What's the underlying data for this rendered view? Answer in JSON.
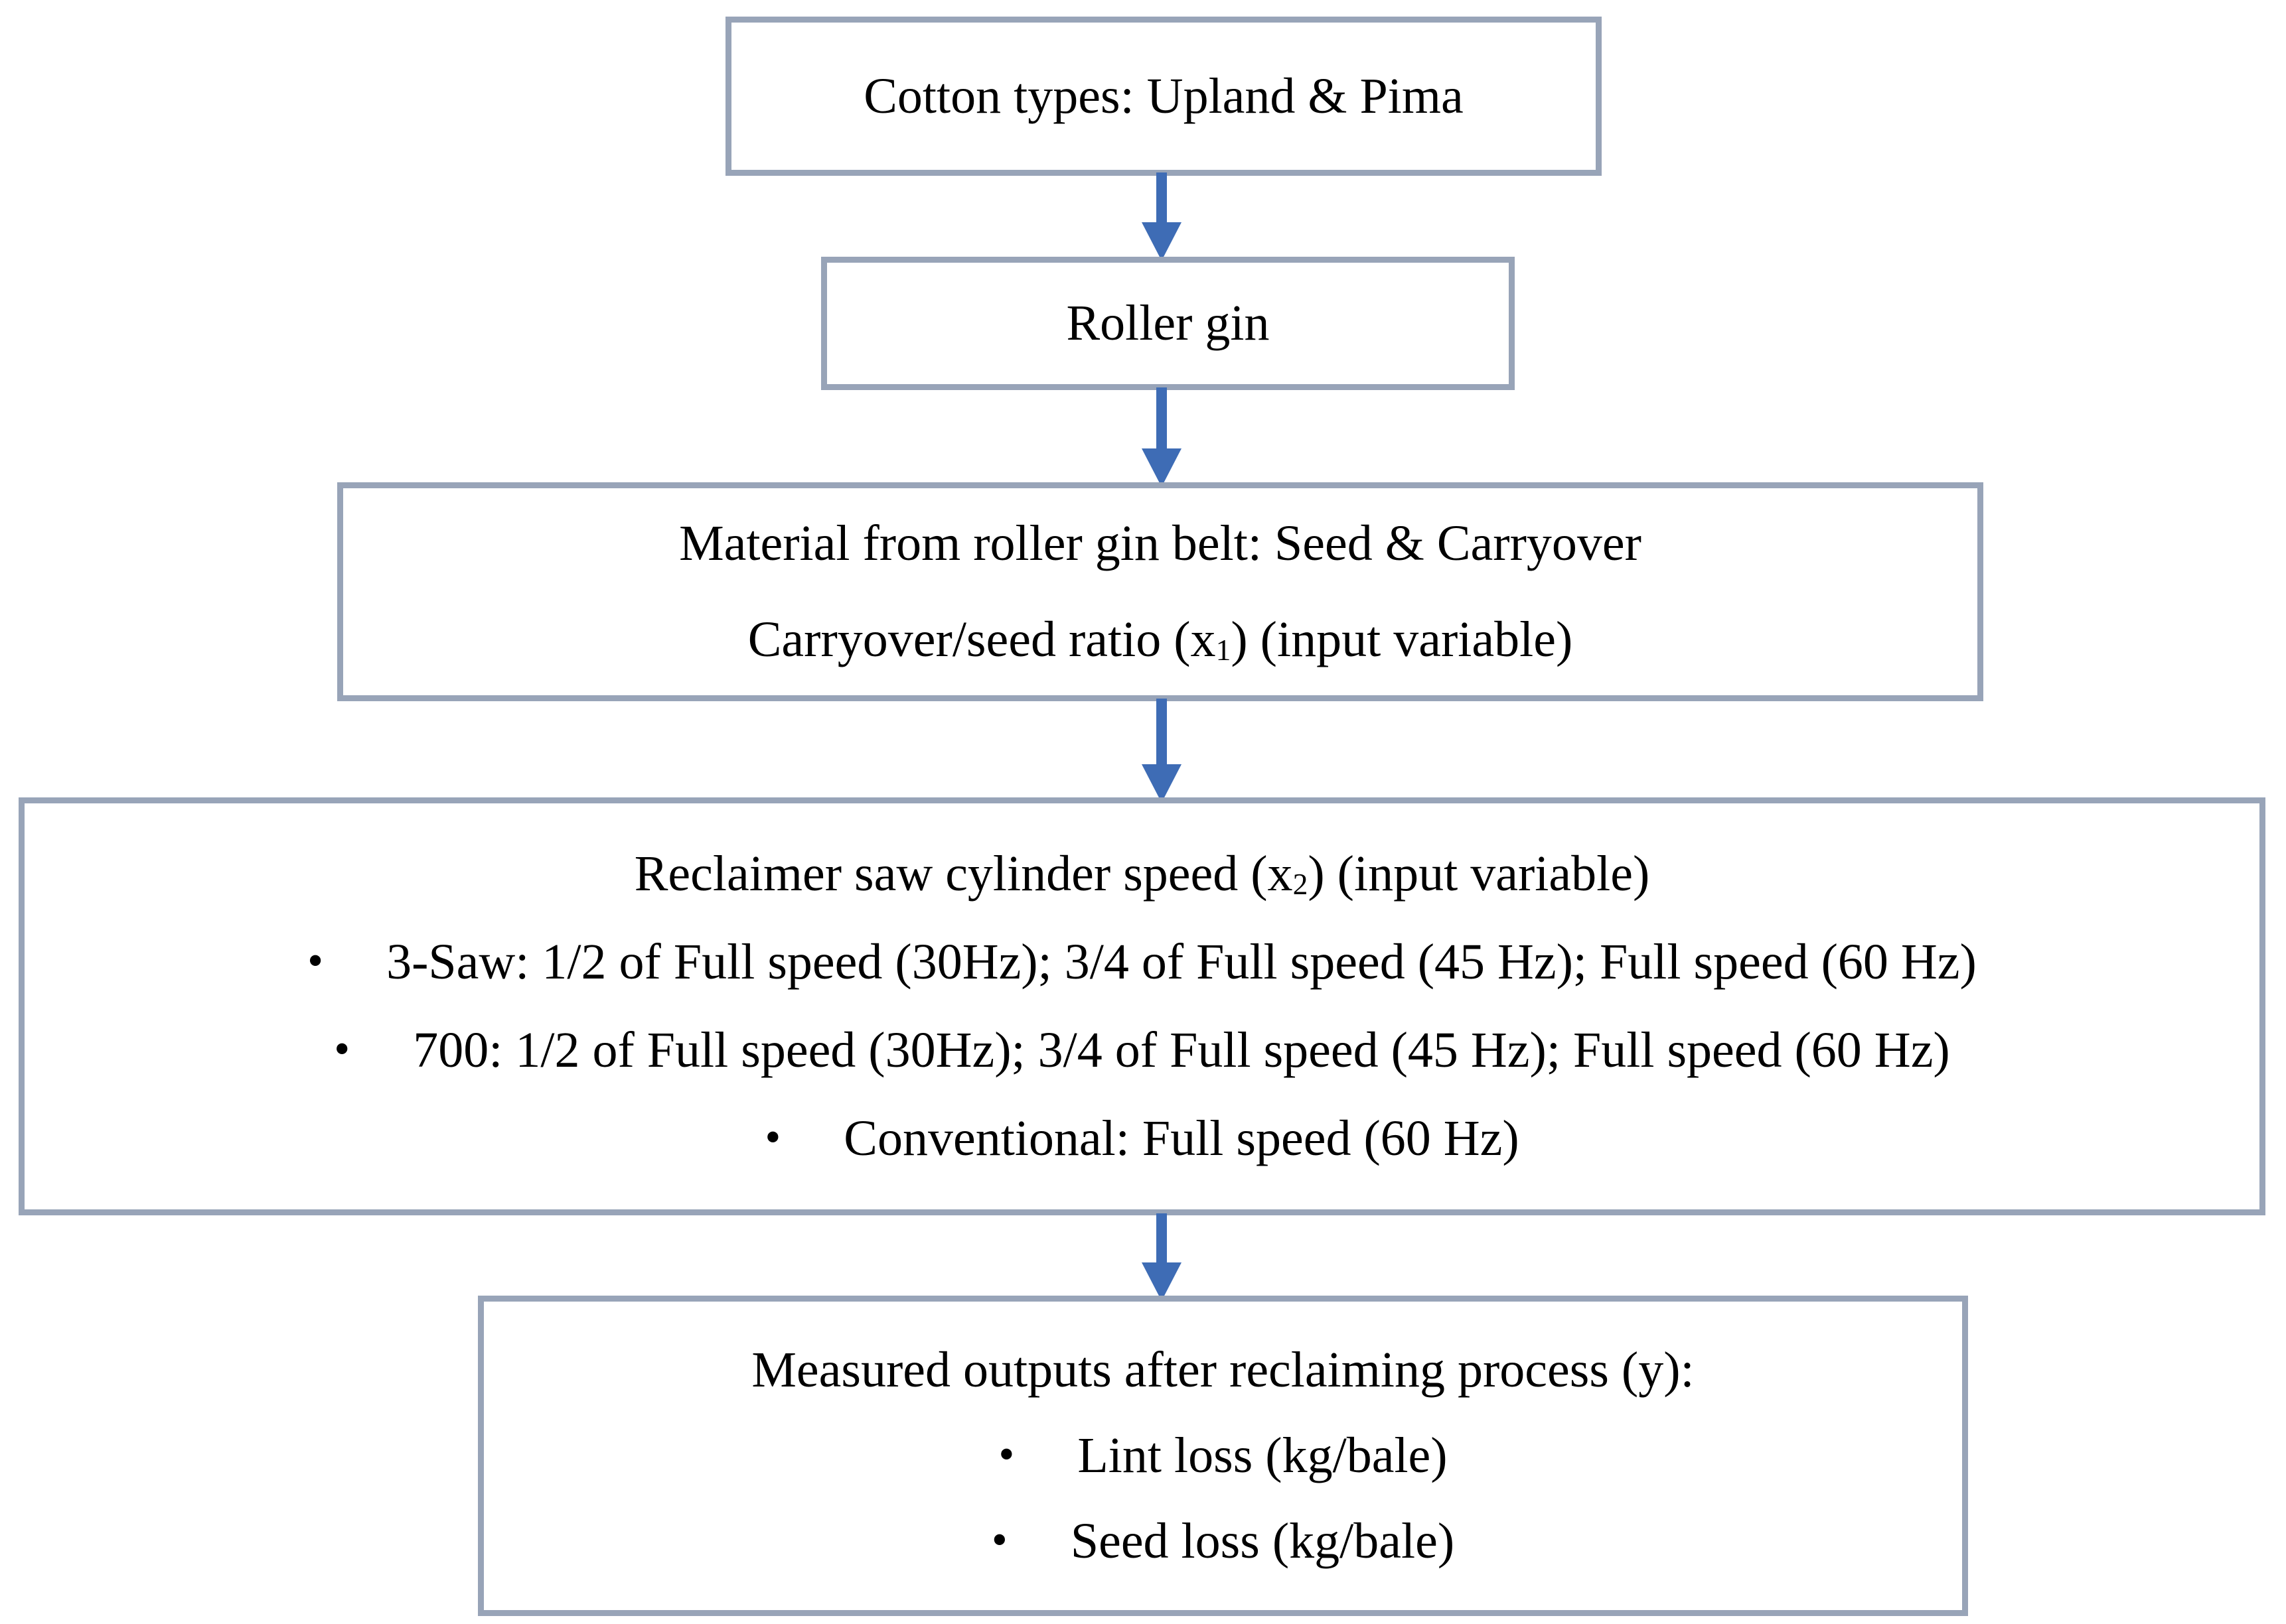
{
  "figure": {
    "type": "flowchart",
    "bullet_char": "•",
    "colors": {
      "border": "#98A4B8",
      "arrow": "#3E6CB5",
      "text": "#000000",
      "background": "#FFFFFF"
    },
    "boxes": {
      "cotton": {
        "text": "Cotton types: Upland & Pima"
      },
      "roller_gin": {
        "text": "Roller gin"
      },
      "material": {
        "line1": "Material from roller gin belt: Seed & Carryover",
        "line2_pre": "Carryover/seed ratio (x",
        "line2_sub": "1",
        "line2_post": ") (input variable)"
      },
      "reclaimer": {
        "header_pre": "Reclaimer saw cylinder speed (x",
        "header_sub": "2",
        "header_post": ") (input variable)",
        "bullets": [
          "3-Saw: 1/2 of Full speed (30Hz); 3/4 of Full speed (45 Hz); Full speed (60 Hz)",
          "700: 1/2 of Full speed (30Hz); 3/4 of Full speed (45 Hz); Full speed (60 Hz)",
          "Conventional: Full speed (60 Hz)"
        ]
      },
      "outputs": {
        "header": "Measured outputs after reclaiming process (y):",
        "bullets": [
          "Lint loss (kg/bale)",
          "Seed loss (kg/bale)"
        ]
      }
    }
  }
}
